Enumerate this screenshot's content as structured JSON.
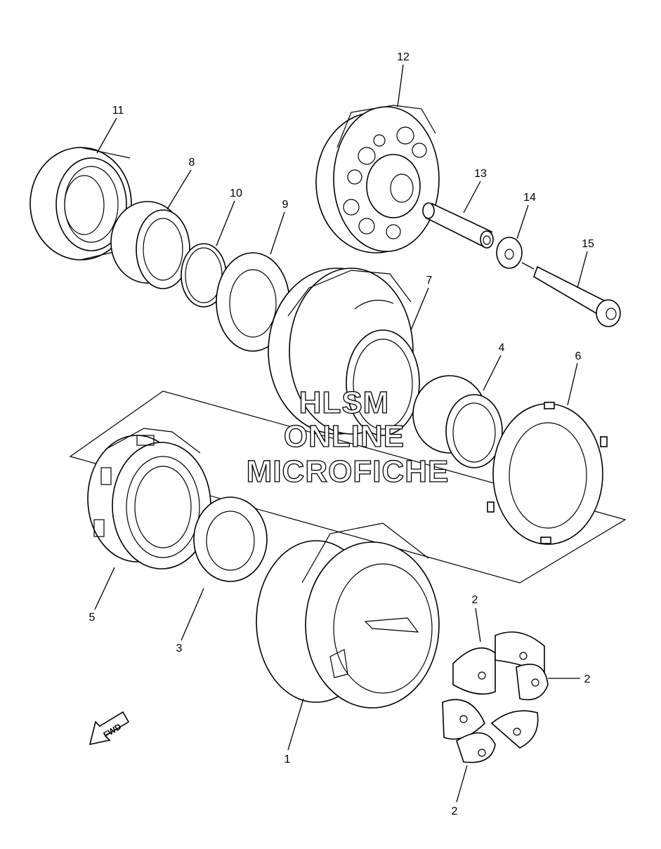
{
  "callouts": {
    "c1": "1",
    "c2a": "2",
    "c2b": "2",
    "c2c": "2",
    "c3": "3",
    "c4": "4",
    "c5": "5",
    "c6": "6",
    "c7": "7",
    "c8": "8",
    "c9": "9",
    "c10": "10",
    "c11": "11",
    "c12": "12",
    "c13": "13",
    "c14": "14",
    "c15": "15"
  },
  "watermark": {
    "line1": "HLSM",
    "line2": "ONLINE",
    "line3": "MICROFICHE"
  },
  "fwd_label": "FWD"
}
